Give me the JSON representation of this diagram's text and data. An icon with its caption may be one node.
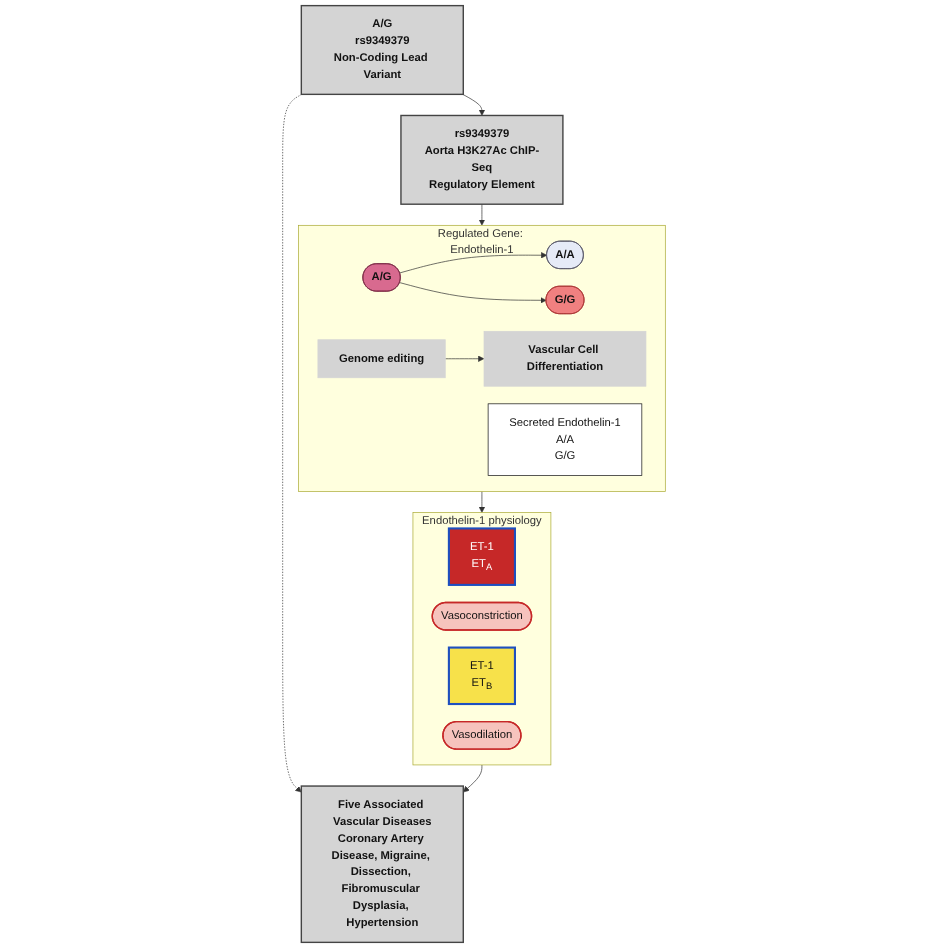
{
  "diagram": {
    "nodes": [
      {
        "text": [
          "A/G",
          "rs9349379",
          "Non-Coding Lead Variant"
        ]
      },
      {
        "text": [
          "Five Associated Vascular Diseases",
          "Coronary Artery Disease, Migraine, Dissection, Fibromuscular Dysplasia, Hypertension"
        ]
      },
      {
        "text": [
          "rs9349379",
          "Aorta H3K27Ac ChIP-Seq",
          "Regulatory Element"
        ]
      },
      {
        "text": [
          "Endothelin-1 physiology"
        ]
      },
      {
        "text": [
          "ET-1",
          "ET$_{A}$"
        ],
        "in": 3
      },
      {
        "text": [
          "Vasoconstriction"
        ],
        "in": 3
      },
      {
        "text": [
          "ET-1",
          "ET$_{B}$"
        ],
        "in": 3
      },
      {
        "text": [
          "Vasodilation"
        ],
        "in": 3
      },
      {
        "text": [
          "Regulated Gene: Endothelin-1"
        ]
      },
      {
        "text": [
          "A/A"
        ],
        "in": 8
      },
      {
        "text": [
          "A/G"
        ],
        "in": 8
      },
      {
        "text": [
          "G/G"
        ],
        "in": 8
      },
      {
        "text": [
          "Genome editing"
        ],
        "in": 8
      },
      {
        "text": [
          "Vascular Cell Differentiation"
        ],
        "in": 8
      },
      {
        "text": [
          "Secreted Endothelin-1",
          "A/A",
          "G/G"
        ],
        "in": 8
      }
    ],
    "edges": [
      {
        "from": 0,
        "to": 1,
        "arrow": "to",
        "style": "dashed"
      },
      {
        "from": 0,
        "to": 2,
        "arrow": "to"
      },
      {
        "from": 2,
        "to": 8,
        "arrow": "to"
      },
      {
        "from": 10,
        "to": 9,
        "arrow": "to"
      },
      {
        "from": 10,
        "to": 11,
        "arrow": "to"
      },
      {
        "from": 12,
        "to": 13,
        "arrow": "to"
      },
      {
        "from": 8,
        "to": 3,
        "arrow": "to"
      },
      {
        "from": 3,
        "to": 1,
        "arrow": "to"
      }
    ]
  }
}
